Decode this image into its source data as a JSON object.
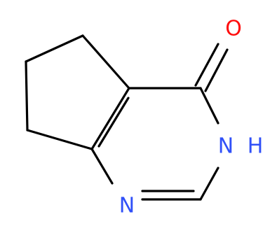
{
  "molecule": {
    "colors": {
      "bond": "#000000",
      "nitrogen": "#3050F8",
      "oxygen": "#FF0D0D"
    },
    "atoms": {
      "oxygen": {
        "label": "O"
      },
      "nh": {
        "label": "N",
        "hydrogen": "H"
      },
      "n": {
        "label": "N"
      }
    }
  }
}
